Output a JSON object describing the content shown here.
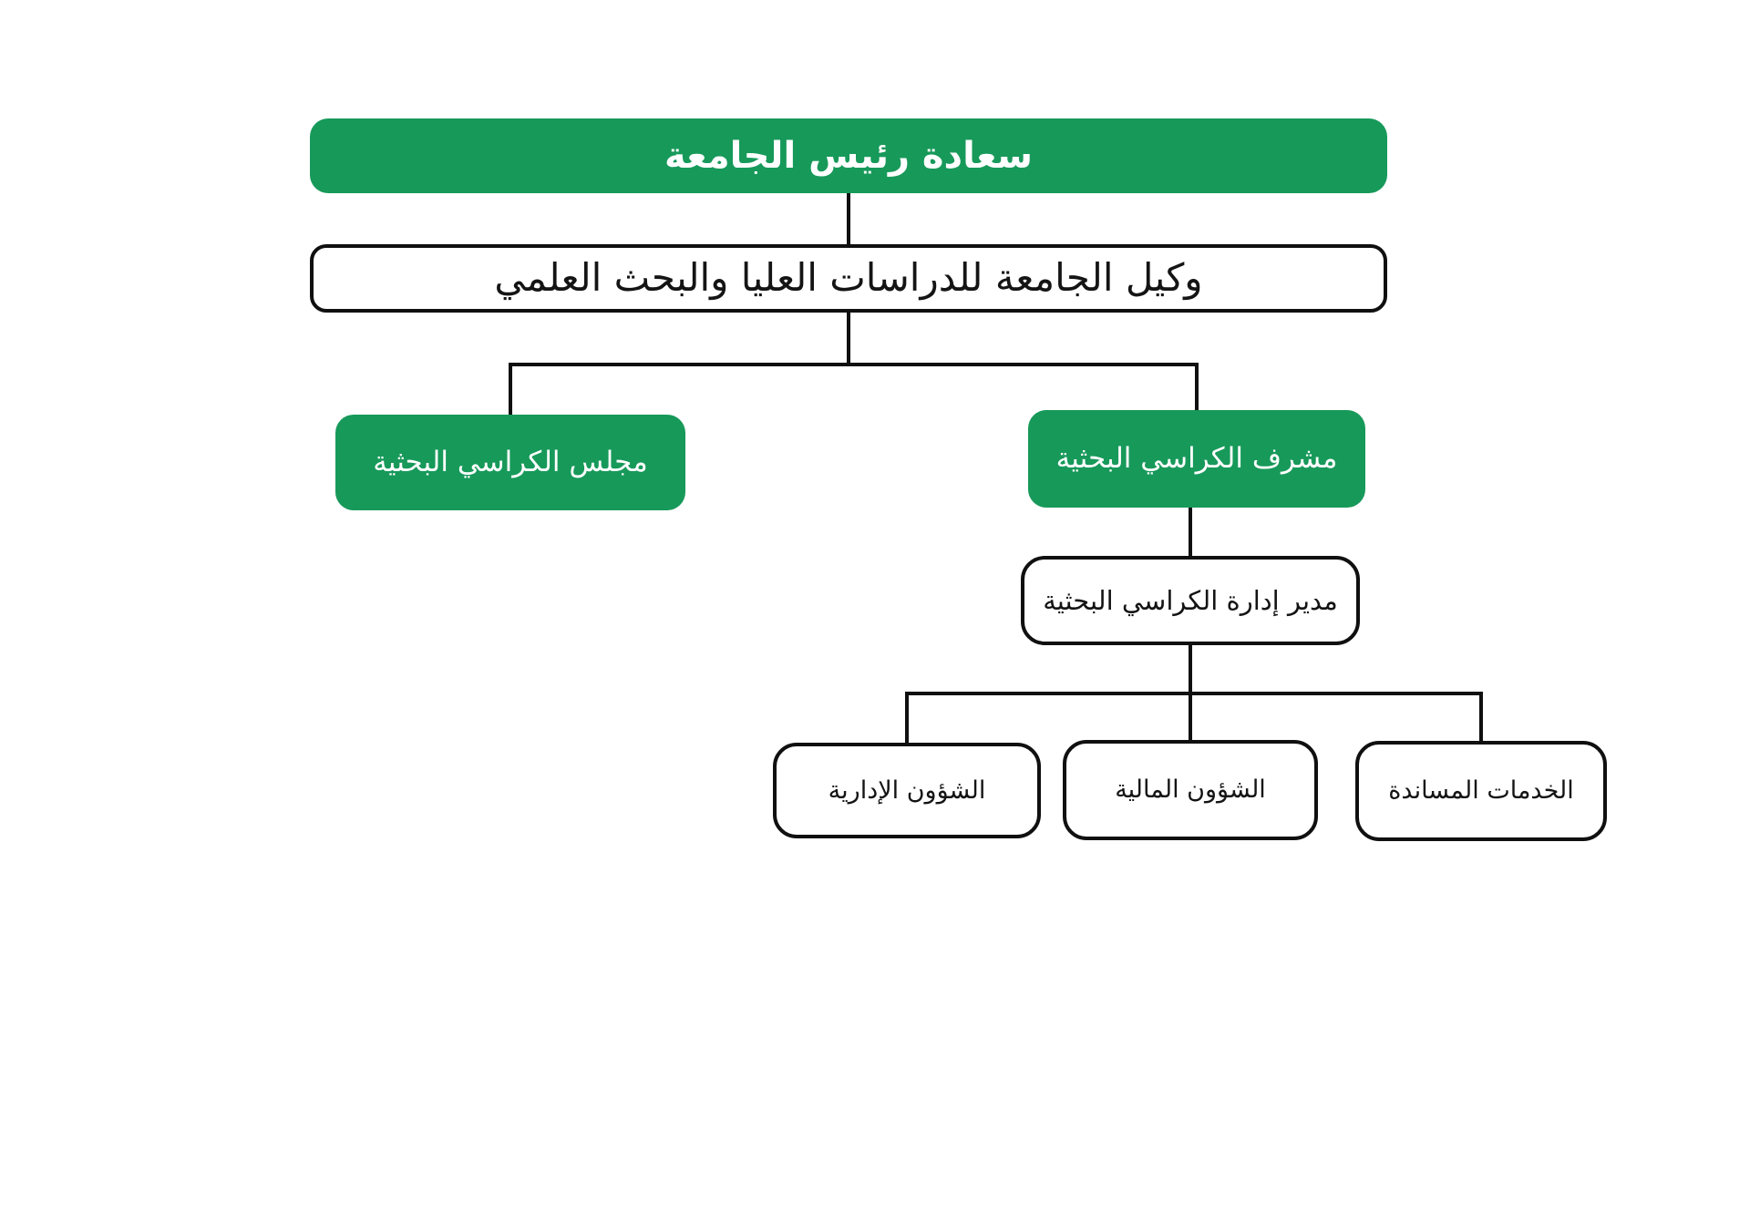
{
  "colors": {
    "green": "#17995A",
    "line": "#101010",
    "text_dark": "#141414",
    "text_light": "#ffffff",
    "background": "#ffffff"
  },
  "org_chart": {
    "type": "org-chart",
    "nodes": {
      "president": {
        "label": "سعادة رئيس الجامعة",
        "style": "green-filled",
        "parent": null
      },
      "vice_president": {
        "label": "وكيل الجامعة للدراسات العليا والبحث العلمي",
        "style": "outlined",
        "parent": "president"
      },
      "chairs_council": {
        "label": "مجلس الكراسي البحثية",
        "style": "green-filled",
        "parent": "vice_president"
      },
      "chairs_supervisor": {
        "label": "مشرف الكراسي البحثية",
        "style": "green-filled",
        "parent": "vice_president"
      },
      "chairs_director": {
        "label": "مدير إدارة الكراسي البحثية",
        "style": "outlined",
        "parent": "chairs_supervisor"
      },
      "admin_affairs": {
        "label": "الشؤون الإدارية",
        "style": "outlined",
        "parent": "chairs_director"
      },
      "financial_affairs": {
        "label": "الشؤون المالية",
        "style": "outlined",
        "parent": "chairs_director"
      },
      "support_services": {
        "label": "الخدمات المساندة",
        "style": "outlined",
        "parent": "chairs_director"
      }
    }
  }
}
